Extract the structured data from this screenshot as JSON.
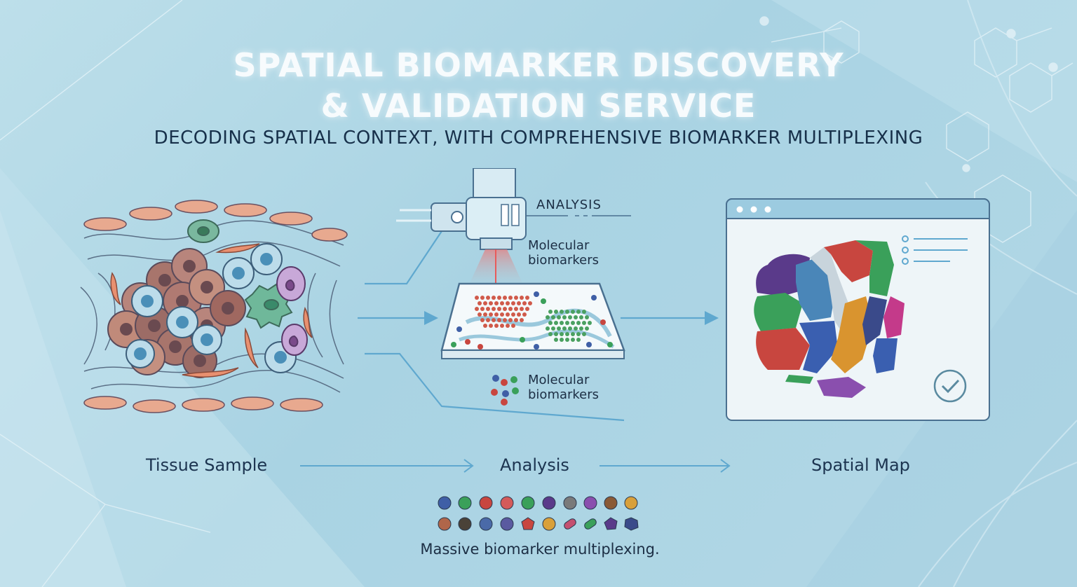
{
  "header": {
    "title_line1": "SPATIAL BIOMARKER DISCOVERY",
    "title_line2": "& VALIDATION SERVICE",
    "subtitle": "DECODING SPATIAL CONTEXT, WITH COMPREHENSIVE BIOMARKER MULTIPLEXING"
  },
  "scanner": {
    "tag": "ANALYSIS",
    "molecular_top_line1": "Molecular",
    "molecular_top_line2": "biomarkers",
    "molecular_bottom_line1": "Molecular",
    "molecular_bottom_line2": "biomarkers"
  },
  "steps": [
    {
      "label": "Tissue Sample"
    },
    {
      "label": "Analysis"
    },
    {
      "label": "Spatial Map"
    }
  ],
  "caption": "Massive biomarker multiplexing.",
  "colors": {
    "background": "#b3d8e6",
    "accent_arrow": "#5fa8cf",
    "title": "#f7fbfd",
    "text": "#1c3450",
    "biomarkers": [
      "#3f5fa6",
      "#3aa05a",
      "#c8463f",
      "#d45a5a",
      "#3aa05a",
      "#5a3a8a",
      "#7a7a7a",
      "#8a4fae",
      "#8a5a36",
      "#d9a03a",
      "#b0664a",
      "#4a4238",
      "#4a6aa8",
      "#5a5aa0",
      "#c8463f",
      "#d9a03a",
      "#c45070",
      "#3aa05a",
      "#5a3a8a",
      "#3a4a8a"
    ],
    "map_regions": [
      "#5a3a8a",
      "#3aa05a",
      "#c8463f",
      "#4a86b8",
      "#d9942f",
      "#3a5fb0",
      "#c43a8a",
      "#8a4fae",
      "#c8d4dc"
    ]
  },
  "window": {
    "list_items": 3
  }
}
